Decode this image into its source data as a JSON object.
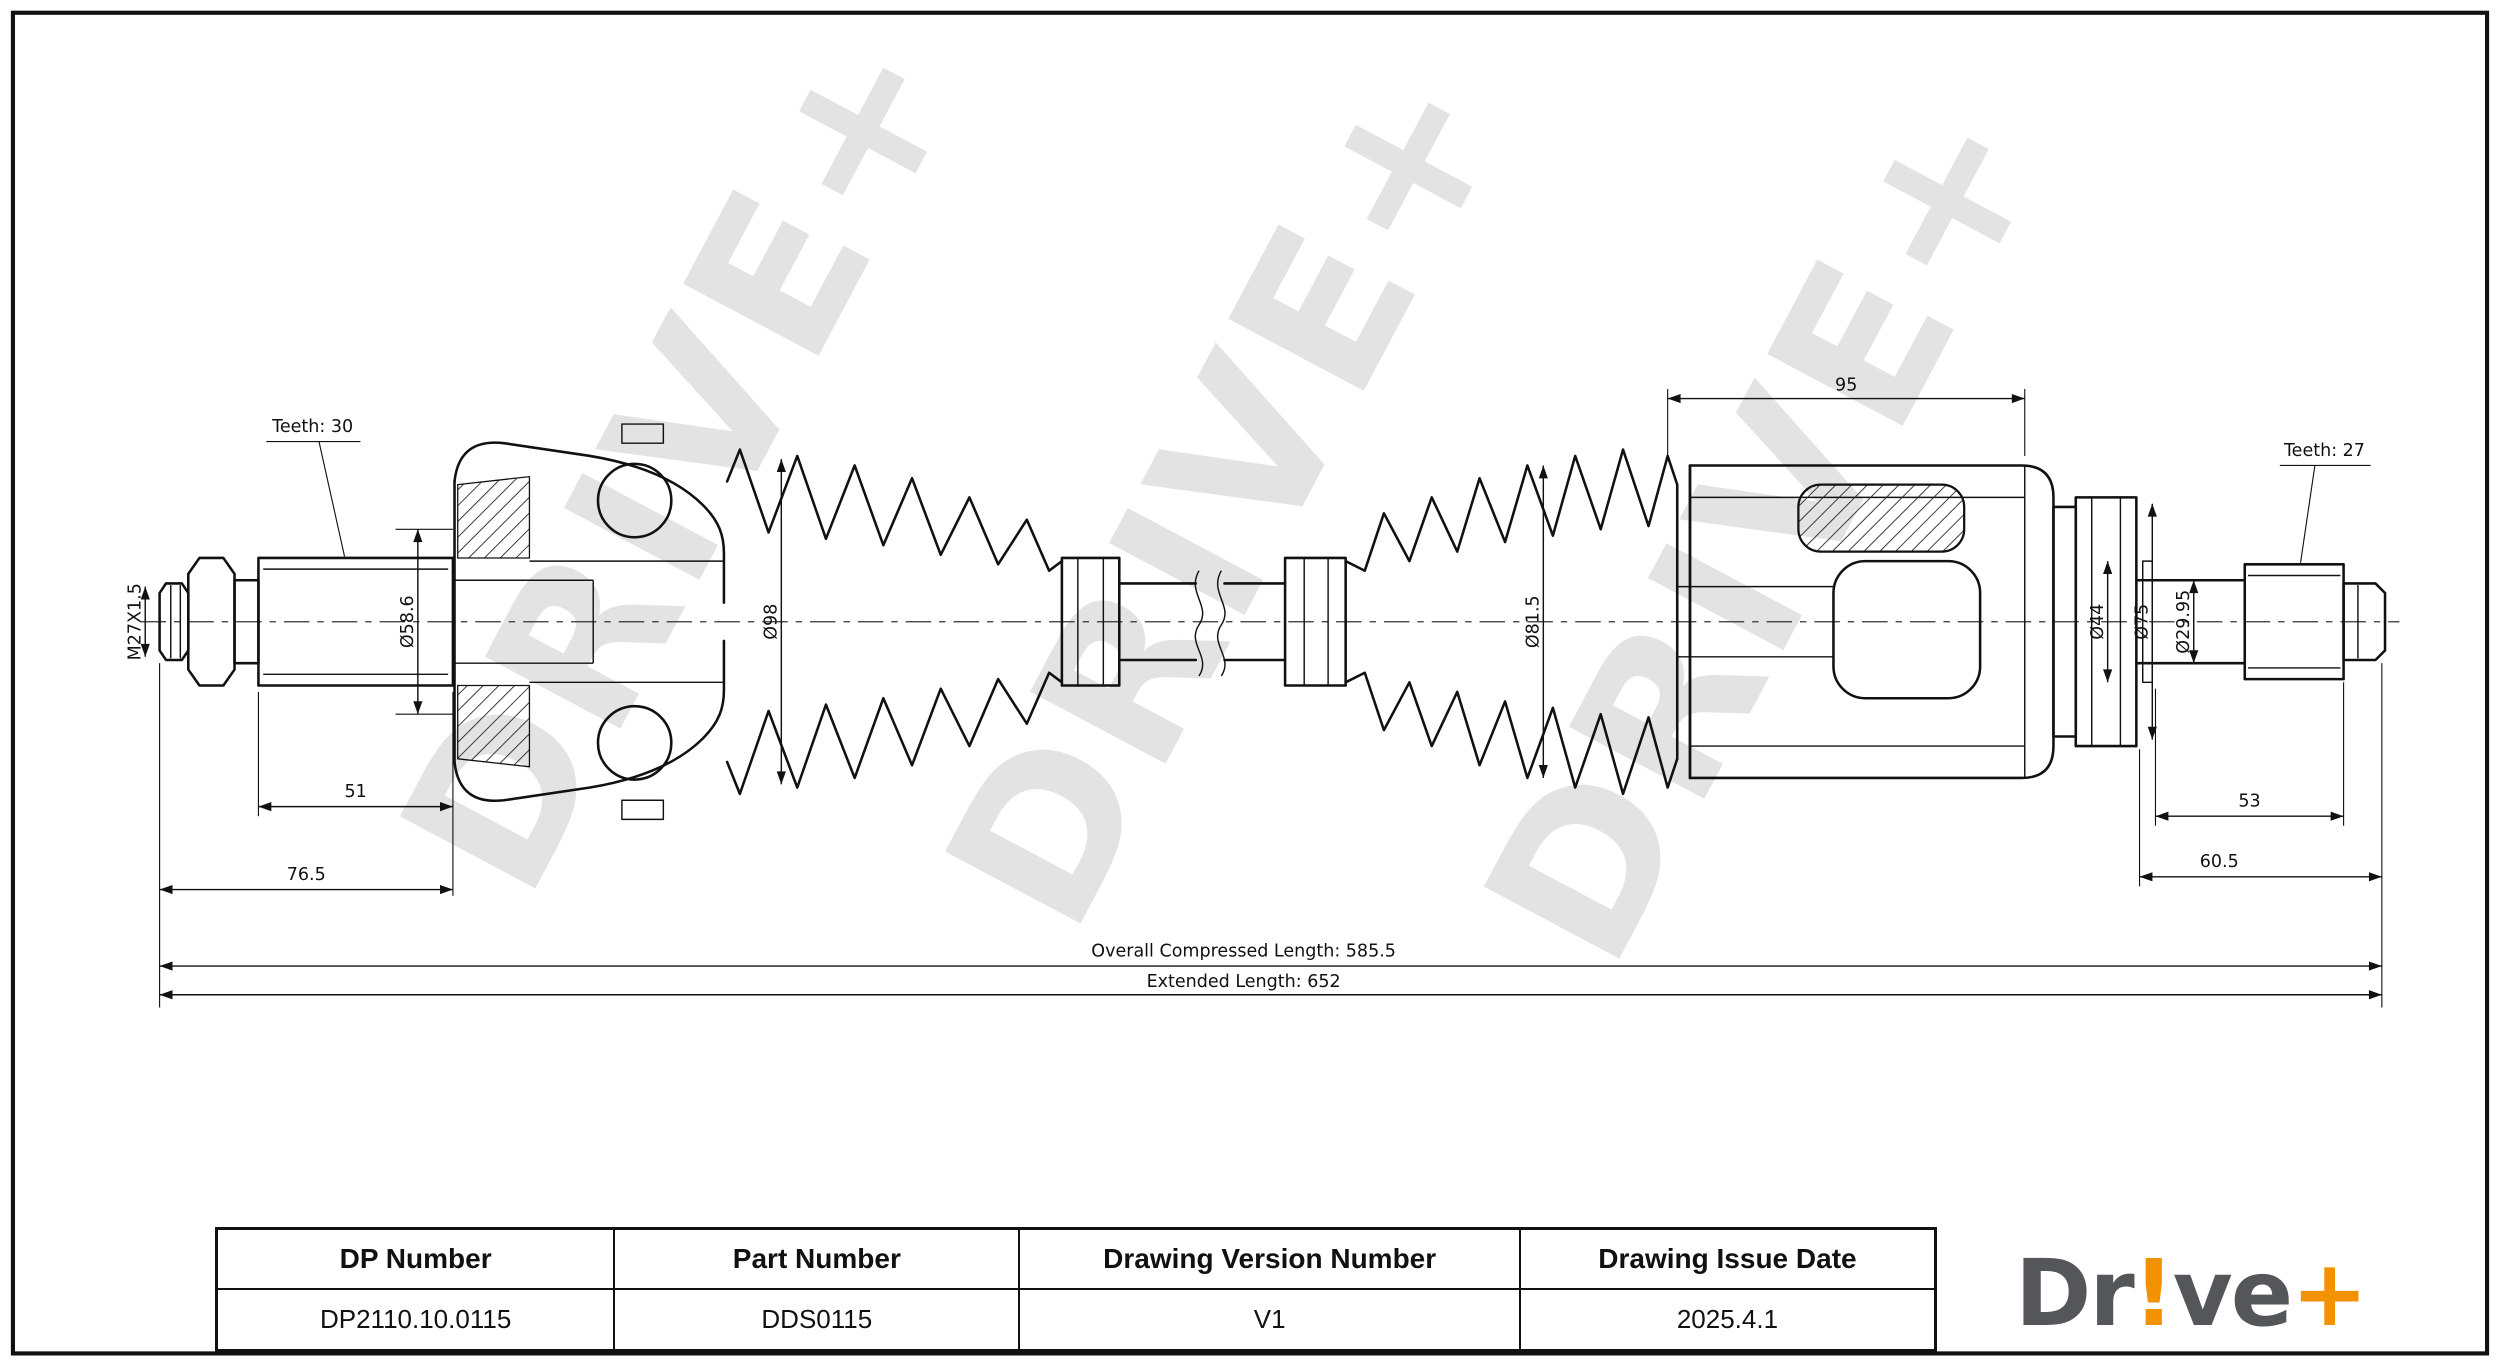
{
  "watermark": {
    "text": "DRIVE+"
  },
  "drawing": {
    "teeth_left": "Teeth: 30",
    "thread_left": "M27X1.5",
    "dia_58_6": "Ø58.6",
    "dia_98": "Ø98",
    "dia_81_5": "Ø81.5",
    "dim_95": "95",
    "teeth_right": "Teeth: 27",
    "dia_44": "Ø44",
    "dia_75": "Ø75",
    "dia_29_95": "Ø29.95",
    "dim_51": "51",
    "dim_76_5": "76.5",
    "dim_53": "53",
    "dim_60_5": "60.5",
    "overall_compressed": "Overall  Compressed  Length: 585.5",
    "extended": "Extended  Length: 652"
  },
  "title_block": {
    "headers": [
      "DP Number",
      "Part Number",
      "Drawing Version Number",
      "Drawing Issue Date"
    ],
    "values": [
      "DP2110.10.0115",
      "DDS0115",
      "V1",
      "2025.4.1"
    ]
  },
  "logo": {
    "dr": "Dr",
    "bang": "!",
    "ve": "ve",
    "plus": "+"
  },
  "colors": {
    "line": "#111111",
    "watermark": "#cdcdcd",
    "logo_gray": "#54565a",
    "logo_orange": "#f39200"
  }
}
